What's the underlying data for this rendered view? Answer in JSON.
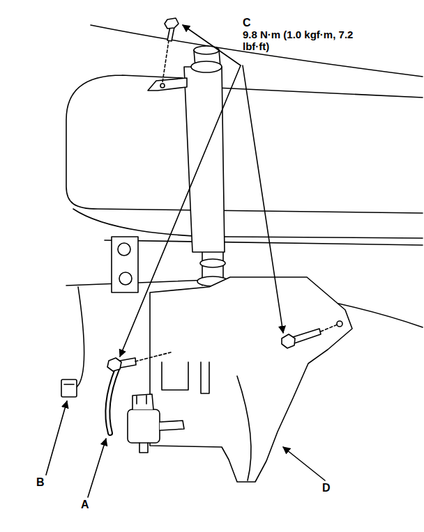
{
  "diagram": {
    "labels": [
      "C",
      "9.8 N·m (1.0 kgf·m, 7.2 lbf·ft)",
      "B",
      "A",
      "D"
    ]
  }
}
